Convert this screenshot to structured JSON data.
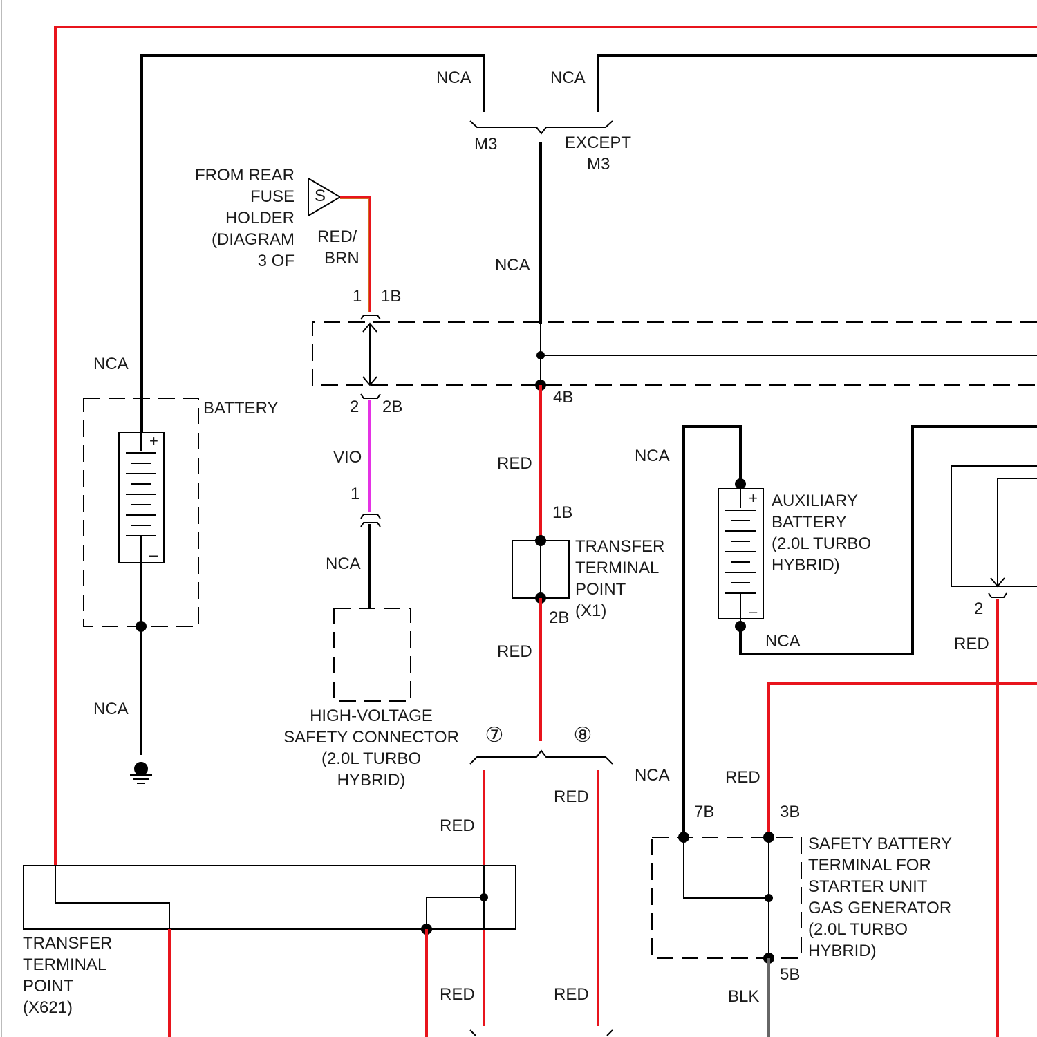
{
  "labels": {
    "nca_top_left": "NCA",
    "nca_top_right": "NCA",
    "m3": "M3",
    "except": "EXCEPT",
    "except_m3": "M3",
    "nca_mid_wire": "NCA",
    "from_rear_1": "FROM REAR",
    "from_rear_2": "FUSE",
    "from_rear_3": "HOLDER",
    "from_rear_4": "(DIAGRAM",
    "from_rear_5": "3 OF",
    "s_marker": "S",
    "red_brn_1": "RED/",
    "red_brn_2": "BRN",
    "pin_1_top": "1",
    "pin_1b_top": "1B",
    "pin_2": "2",
    "pin_2b": "2B",
    "pin_4b": "4B",
    "vio": "VIO",
    "pin_1_vio": "1",
    "nca_hv": "NCA",
    "hv_1": "HIGH-VOLTAGE",
    "hv_2": "SAFETY CONNECTOR",
    "hv_3": "(2.0L TURBO",
    "hv_4": "HYBRID)",
    "nca_battery_top": "NCA",
    "battery": "BATTERY",
    "batt_plus": "+",
    "batt_minus": "–",
    "nca_battery_bottom": "NCA",
    "red_4b": "RED",
    "pin_1b_x1": "1B",
    "x1_1": "TRANSFER",
    "x1_2": "TERMINAL",
    "x1_3": "POINT",
    "x1_4": "(X1)",
    "pin_2b_x1": "2B",
    "red_below_x1": "RED",
    "circle_7": "⑦",
    "circle_8": "⑧",
    "red_left_top": "RED",
    "red_right_top": "RED",
    "red_left_bottom": "RED",
    "red_right_bottom": "RED",
    "x621_1": "TRANSFER",
    "x621_2": "TERMINAL",
    "x621_3": "POINT",
    "x621_4": "(X621)",
    "nca_aux_top": "NCA",
    "aux_1": "AUXILIARY",
    "aux_2": "BATTERY",
    "aux_3": "(2.0L TURBO",
    "aux_4": "HYBRID)",
    "aux_plus": "+",
    "aux_minus": "–",
    "nca_aux_bottom": "NCA",
    "nca_lower": "NCA",
    "red_3b": "RED",
    "pin_7b": "7B",
    "pin_3b": "3B",
    "sb_1": "SAFETY BATTERY",
    "sb_2": "TERMINAL FOR",
    "sb_3": "STARTER UNIT",
    "sb_4": "GAS GENERATOR",
    "sb_5": "(2.0L TURBO",
    "sb_6": "HYBRID)",
    "pin_5b": "5B",
    "blk": "BLK",
    "pin_2_right": "2",
    "red_right_edge": "RED"
  },
  "colors": {
    "red_wire": "#e8141c",
    "black_wire": "#000000",
    "violet_wire": "#e432e4",
    "red_brown_wire": "#d2691e",
    "grey_wire": "#666666"
  }
}
